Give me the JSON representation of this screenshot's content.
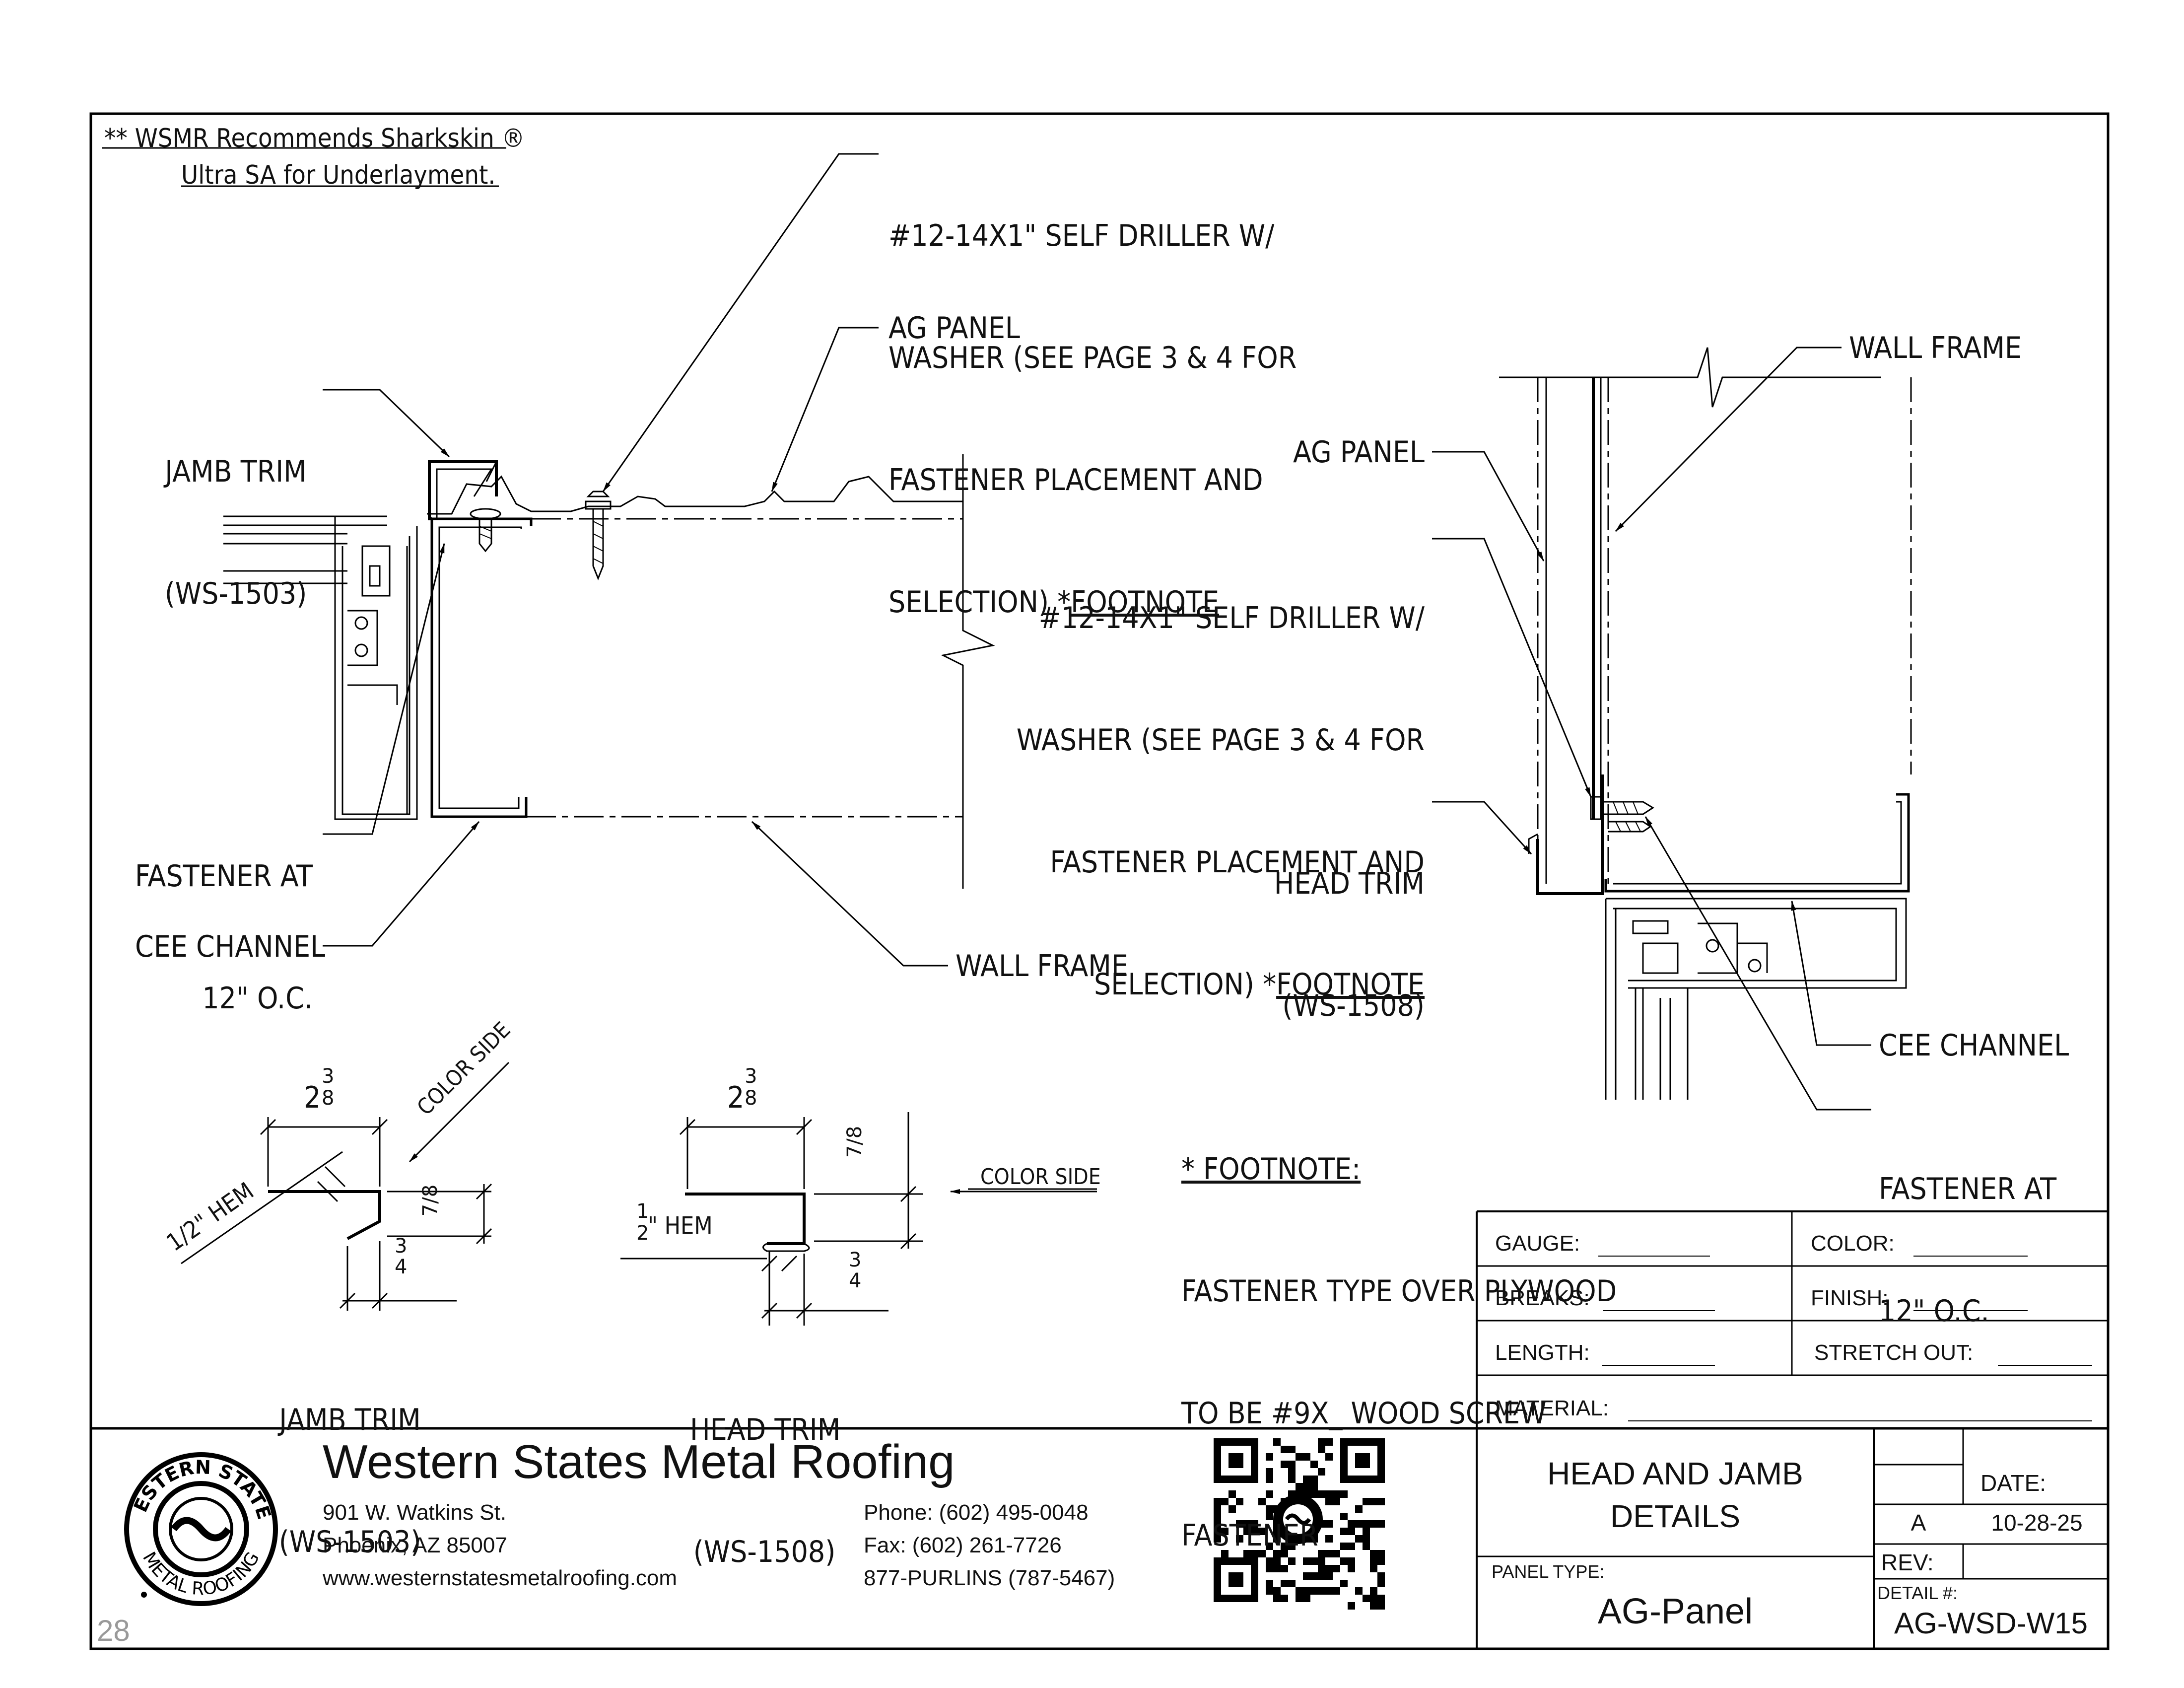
{
  "notes": {
    "underlayment_line1": "** WSMR Recommends Sharkskin ®",
    "underlayment_line2": "Ultra SA for Underlayment."
  },
  "jamb_detail": {
    "fastener_callout": [
      "#12-14X1\" SELF DRILLER W/",
      "WASHER (SEE PAGE 3 & 4 FOR",
      "FASTENER PLACEMENT AND",
      "SELECTION) *"
    ],
    "footnote_ref": "FOOTNOTE",
    "ag_panel": "AG PANEL",
    "jamb_trim": [
      "JAMB TRIM",
      "(WS-1503)"
    ],
    "fastener_at": [
      "FASTENER AT",
      "12\" O.C."
    ],
    "cee_channel": "CEE CHANNEL",
    "wall_frame": "WALL FRAME"
  },
  "head_detail": {
    "wall_frame": "WALL FRAME",
    "ag_panel": "AG PANEL",
    "fastener_callout": [
      "#12-14X1\" SELF DRILLER W/",
      "WASHER (SEE PAGE 3 & 4 FOR",
      "FASTENER PLACEMENT AND",
      "SELECTION) *"
    ],
    "footnote_ref": "FOOTNOTE",
    "head_trim": [
      "HEAD TRIM",
      "(WS-1508)"
    ],
    "cee_channel": "CEE CHANNEL",
    "fastener_at": [
      "FASTENER AT",
      "12\" O.C."
    ]
  },
  "profiles": {
    "jamb": {
      "width_dim": "2",
      "width_frac": [
        "3",
        "8"
      ],
      "color_side": "COLOR SIDE",
      "hem_whole": "1",
      "hem_frac_den": "2",
      "hem_label": "HEM",
      "height_frac": [
        "7",
        "8"
      ],
      "return_frac": [
        "3",
        "4"
      ],
      "title": [
        "JAMB TRIM",
        "(WS-1503)"
      ]
    },
    "head": {
      "width_dim": "2",
      "width_frac": [
        "3",
        "8"
      ],
      "height_frac": [
        "7",
        "8"
      ],
      "color_side": "COLOR SIDE",
      "hem_frac": [
        "1",
        "2"
      ],
      "hem_label": "\" HEM",
      "return_frac": [
        "3",
        "4"
      ],
      "title": [
        "HEAD TRIM",
        "(WS-1508)"
      ]
    }
  },
  "footnote": {
    "heading": "* FOOTNOTE:",
    "lines": [
      "FASTENER TYPE OVER PLYWOOD",
      "TO BE #9X_ WOOD SCREW",
      "FASTENER"
    ]
  },
  "spec_table": {
    "gauge": "GAUGE:",
    "color": "COLOR:",
    "breaks": "BREAKS:",
    "finish": "FINISH:",
    "length": "LENGTH:",
    "stretch_out": "STRETCH OUT:",
    "material": "MATERIAL:"
  },
  "company": {
    "name": "Western States Metal Roofing",
    "address1": "901 W. Watkins St.",
    "address2": "Phoenix, AZ 85007",
    "website": "www.westernstatesmetalroofing.com",
    "phone": "Phone: (602) 495-0048",
    "fax": "Fax: (602) 261-7726",
    "tollfree": "877-PURLINS (787-5467)",
    "logo_top": "WESTERN STATES",
    "logo_bottom": "METAL ROOFING"
  },
  "title_block": {
    "title_line1": "HEAD AND JAMB",
    "title_line2": "DETAILS",
    "panel_type_label": "PANEL TYPE:",
    "panel_type": "AG-Panel",
    "date_label": "DATE:",
    "rev_letter": "A",
    "date": "10-28-25",
    "rev_label": "REV:",
    "detail_label": "DETAIL #:",
    "detail_number": "AG-WSD-W15"
  },
  "page_number": "28"
}
